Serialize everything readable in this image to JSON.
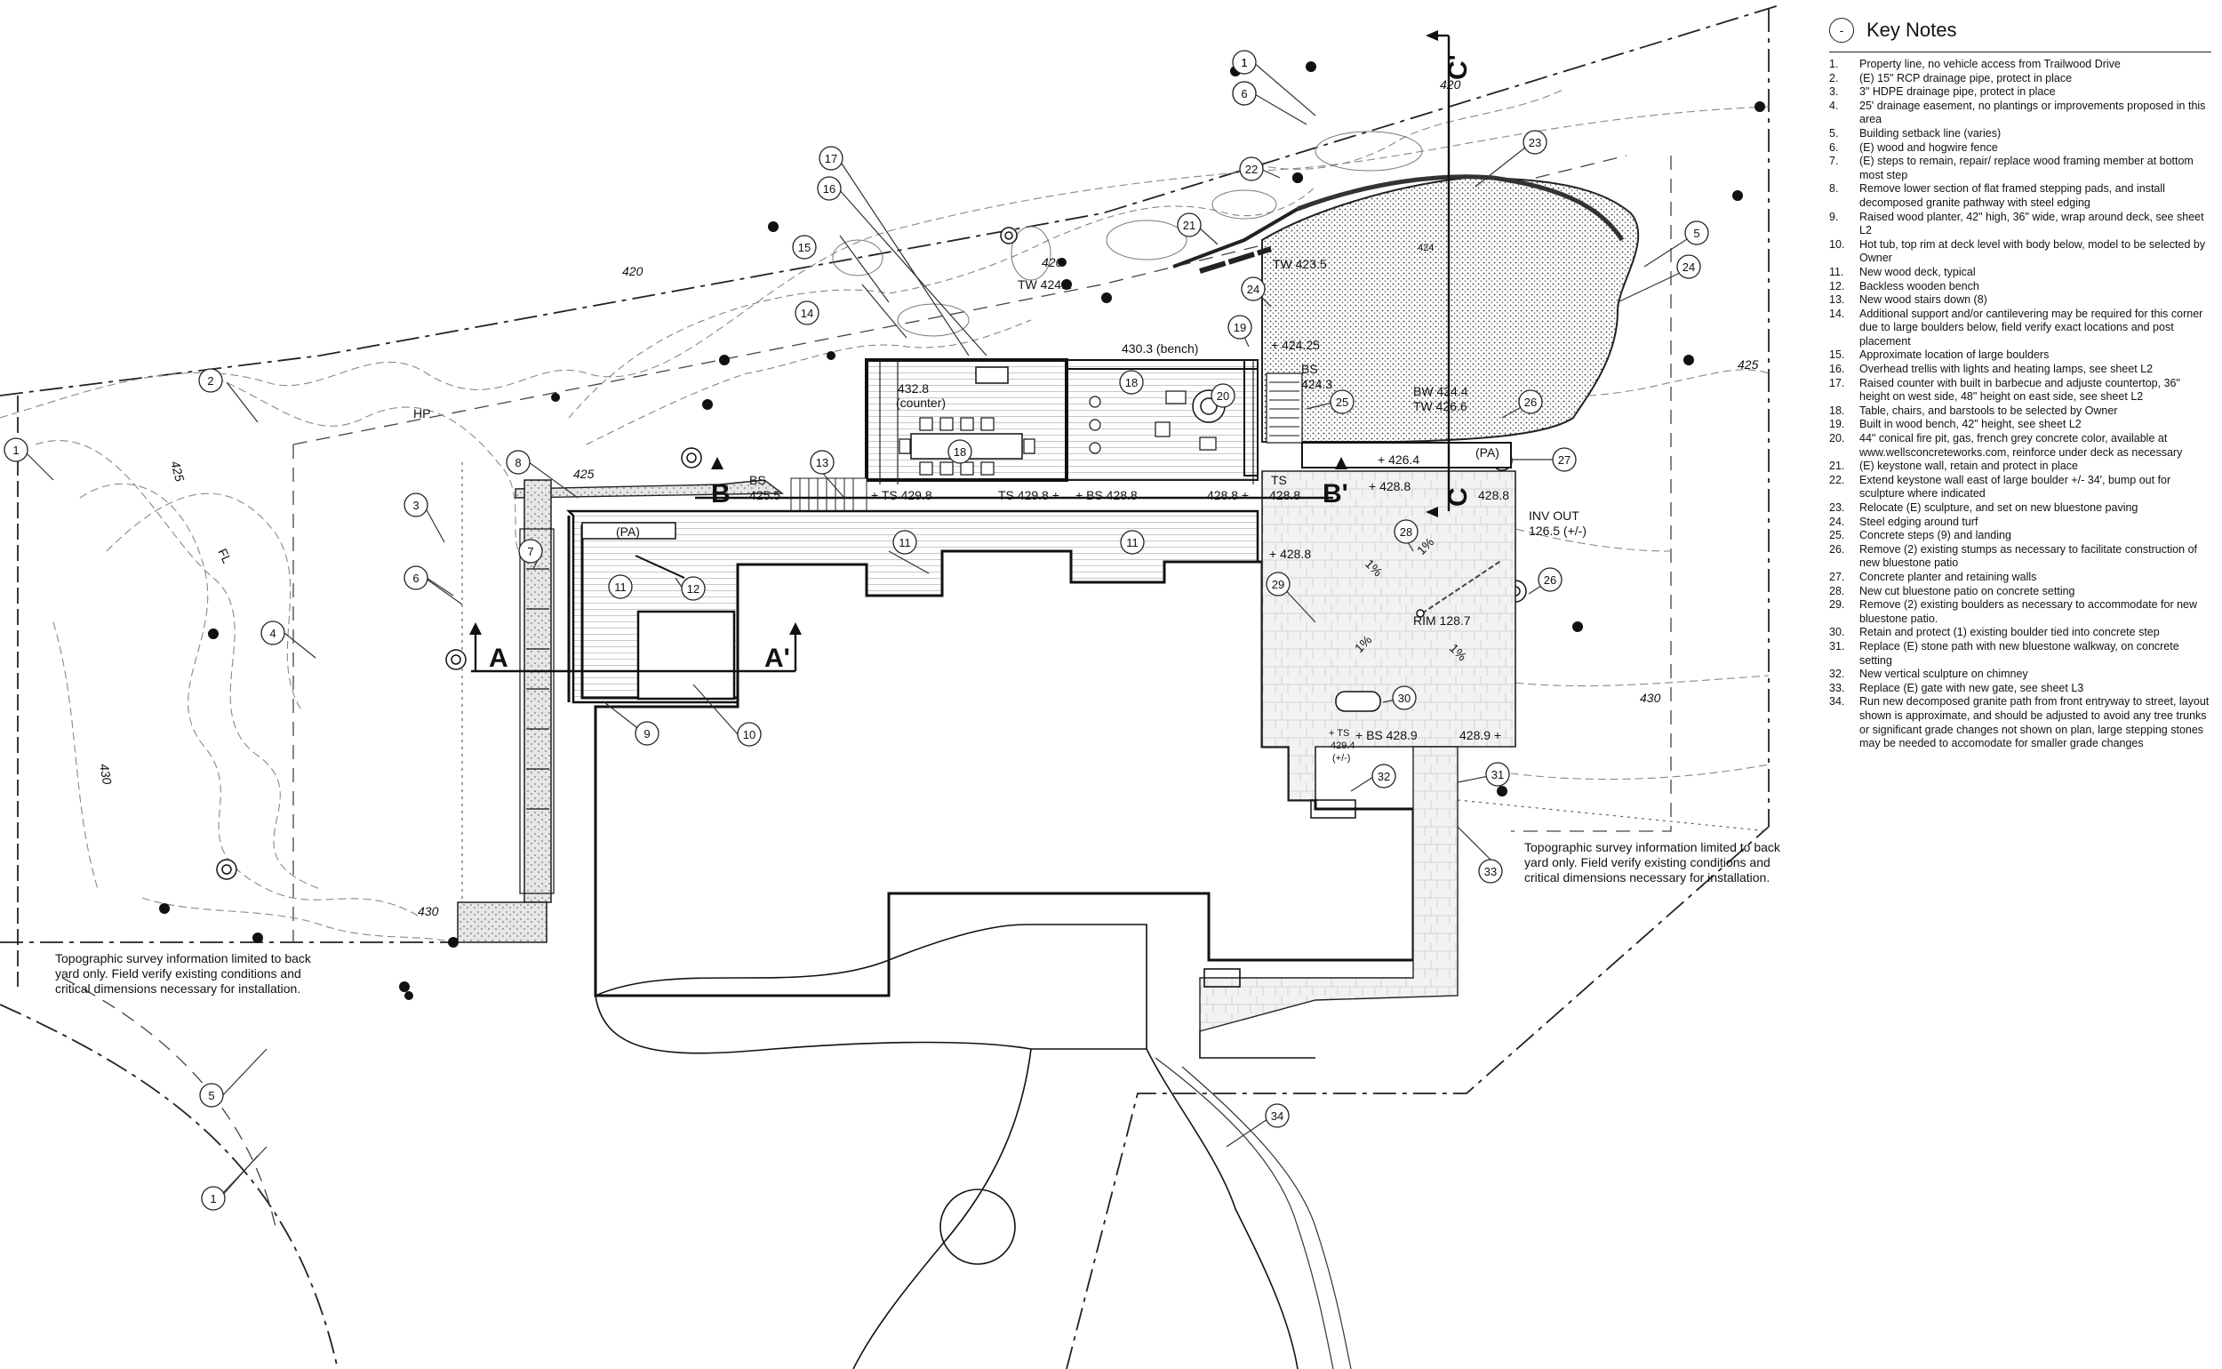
{
  "key_notes": {
    "marker": "-",
    "title": "Key Notes",
    "items": [
      {
        "num": "1.",
        "text": "Property line, no vehicle access from Trailwood Drive"
      },
      {
        "num": "2.",
        "text": "(E) 15\" RCP drainage pipe, protect in place"
      },
      {
        "num": "3.",
        "text": "3\" HDPE drainage pipe, protect in place"
      },
      {
        "num": "4.",
        "text": "25' drainage easement, no plantings or improvements proposed in this area"
      },
      {
        "num": "5.",
        "text": "Building setback line (varies)"
      },
      {
        "num": "6.",
        "text": "(E) wood and hogwire fence"
      },
      {
        "num": "7.",
        "text": "(E) steps to remain, repair/ replace wood framing member at bottom most step"
      },
      {
        "num": "8.",
        "text": "Remove lower section of flat framed stepping pads, and install decomposed granite pathway with steel edging"
      },
      {
        "num": "9.",
        "text": "Raised wood planter, 42\" high, 36\" wide, wrap around deck, see sheet L2"
      },
      {
        "num": "10.",
        "text": "Hot tub, top rim at deck level with body below, model to be selected by Owner"
      },
      {
        "num": "11.",
        "text": "New wood deck, typical"
      },
      {
        "num": "12.",
        "text": "Backless wooden bench"
      },
      {
        "num": "13.",
        "text": "New wood stairs down (8)"
      },
      {
        "num": "14.",
        "text": "Additional support and/or cantilevering may be required for this corner due to large boulders below, field verify exact locations and post placement"
      },
      {
        "num": "15.",
        "text": "Approximate location of large boulders"
      },
      {
        "num": "16.",
        "text": "Overhead trellis with lights and heating lamps, see sheet L2"
      },
      {
        "num": "17.",
        "text": "Raised counter with built in barbecue and adjuste countertop, 36\" height on west side, 48\" height on east side, see sheet L2"
      },
      {
        "num": "18.",
        "text": "Table, chairs, and barstools to be selected by Owner"
      },
      {
        "num": "19.",
        "text": "Built in wood bench, 42\" height, see sheet L2"
      },
      {
        "num": "20.",
        "text": "44\" conical fire pit, gas, french grey concrete color, available at www.wellsconcreteworks.com, reinforce under deck as necessary"
      },
      {
        "num": "21.",
        "text": "(E) keystone wall, retain and protect in place"
      },
      {
        "num": "22.",
        "text": "Extend keystone wall east of large boulder +/- 34', bump out for sculpture where indicated"
      },
      {
        "num": "23.",
        "text": "Relocate (E) sculpture, and set on new bluestone paving"
      },
      {
        "num": "24.",
        "text": "Steel edging around turf"
      },
      {
        "num": "25.",
        "text": "Concrete steps (9) and landing"
      },
      {
        "num": "26.",
        "text": "Remove (2) existing stumps as necessary to facilitate construction of new bluestone patio"
      },
      {
        "num": "27.",
        "text": "Concrete planter and retaining walls"
      },
      {
        "num": "28.",
        "text": "New cut bluestone patio on concrete setting"
      },
      {
        "num": "29.",
        "text": "Remove (2) existing boulders as necessary to accommodate for new bluestone patio."
      },
      {
        "num": "30.",
        "text": "Retain and protect (1) existing boulder tied into concrete step"
      },
      {
        "num": "31.",
        "text": "Replace (E) stone path with new bluestone walkway, on concrete setting"
      },
      {
        "num": "32.",
        "text": "New vertical sculpture on chimney"
      },
      {
        "num": "33.",
        "text": "Replace (E) gate with new gate, see sheet L3"
      },
      {
        "num": "34.",
        "text": "Run new decomposed granite path from front entryway to street, layout shown is approximate, and should be adjusted to avoid any tree trunks or significant grade changes not shown on plan, large stepping stones may be needed to accomodate for smaller grade changes"
      }
    ]
  },
  "plan": {
    "sections": [
      "A",
      "A'",
      "B",
      "B'",
      "C",
      "C'"
    ],
    "contours": [
      "420",
      "420",
      "420",
      "425",
      "425",
      "425",
      "430",
      "430",
      "430"
    ],
    "labels": {
      "hp": "HP",
      "fl": "FL",
      "tw_4241": "TW 424.1",
      "tw_4235": "TW 423.5",
      "bench": "430.3 (bench)",
      "ts_42425": "+ 424.25",
      "bs": "BS",
      "bs_4243": "424.3",
      "counter_val": "432.8",
      "counter": "(counter)",
      "bw": "BW 424.4",
      "tw_4266": "TW 426.6",
      "pa_1": "(PA)",
      "pa_2": "(PA)",
      "v4264": "+ 426.4",
      "bs_4255_a": "BS",
      "bs_4255_b": "425.5",
      "ts_4298_a": "+ TS 429.8",
      "ts_4298_b": "TS 429.8 +",
      "bs_4288": "+ BS 428.8",
      "v4288_a": "428.8 +",
      "ts_4288_a": "TS",
      "ts_4288_b": "428.8",
      "v4288_b": "+ 428.8",
      "v4288_c": "+ 428.8",
      "v4288_d": "428.8",
      "inv_out_a": "INV OUT",
      "inv_out_b": "126.5 (+/-)",
      "rim": "RIM 128.7",
      "slope_1": "1%",
      "slope_2": "1%",
      "slope_3": "1%",
      "slope_4": "1%",
      "bs_4289": "+ BS 428.9",
      "v4289": "428.9 +",
      "ts_4294_a": "+ TS",
      "ts_4294_b": "429.4",
      "ts_4294_c": "(+/-)",
      "v424": "424"
    },
    "notes": {
      "left": [
        "Topographic survey information limited to back",
        "yard only. Field verify existing conditions and",
        "critical dimensions necessary for installation."
      ],
      "right": [
        "Topographic survey information limited to back",
        "yard only. Field verify existing conditions and",
        "critical dimensions necessary for installation."
      ]
    },
    "callouts": [
      "1",
      "1",
      "1",
      "1",
      "2",
      "3",
      "4",
      "5",
      "5",
      "6",
      "6",
      "7",
      "8",
      "9",
      "10",
      "11",
      "11",
      "11",
      "12",
      "13",
      "14",
      "15",
      "16",
      "17",
      "18",
      "18",
      "19",
      "20",
      "21",
      "22",
      "23",
      "24",
      "24",
      "25",
      "26",
      "26",
      "27",
      "28",
      "29",
      "30",
      "31",
      "32",
      "33",
      "34"
    ]
  }
}
